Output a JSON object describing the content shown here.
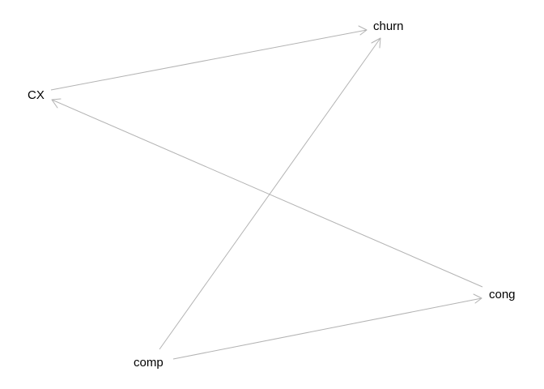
{
  "nodes": [
    {
      "id": "churn",
      "label": "churn"
    },
    {
      "id": "CX",
      "label": "CX"
    },
    {
      "id": "cong",
      "label": "cong"
    },
    {
      "id": "comp",
      "label": "comp"
    }
  ],
  "edges": [
    {
      "from": "CX",
      "to": "churn"
    },
    {
      "from": "comp",
      "to": "churn"
    },
    {
      "from": "cong",
      "to": "CX"
    },
    {
      "from": "comp",
      "to": "cong"
    }
  ],
  "edge_color": "#b3b3b3",
  "label_color": "#000000"
}
